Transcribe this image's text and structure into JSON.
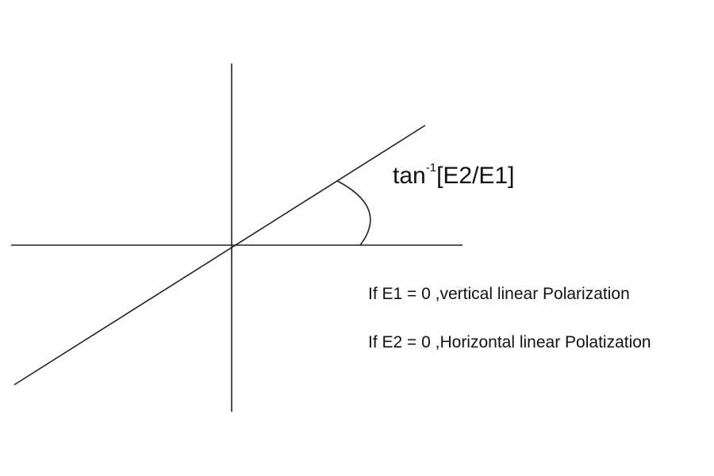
{
  "diagram": {
    "angle_label": {
      "prefix": "tan",
      "superscript": "-1",
      "argument": "[E2/E1]"
    },
    "notes": [
      "If E1 = 0 ,vertical linear Polarization",
      "If E2 = 0 ,Horizontal linear Polatization"
    ],
    "colors": {
      "line": "#222222",
      "text": "#111111",
      "background": "#ffffff"
    }
  }
}
